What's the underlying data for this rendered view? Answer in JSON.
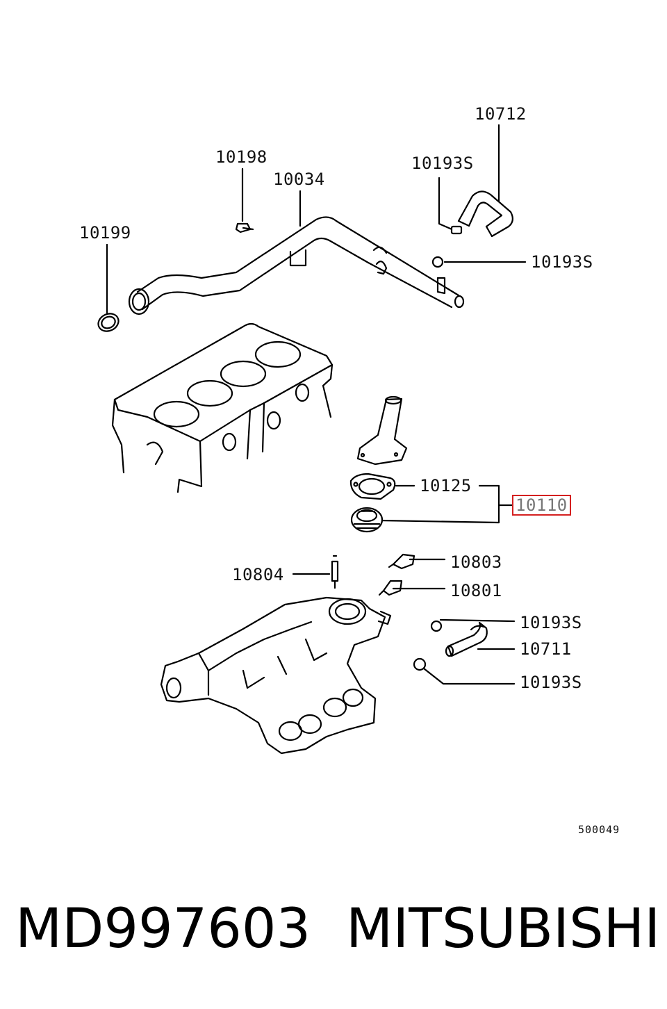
{
  "diagram": {
    "figure_number": "500049",
    "highlight_color": "#d42020",
    "callouts": [
      {
        "id": "10712",
        "text": "10712"
      },
      {
        "id": "10193S-a",
        "text": "10193S"
      },
      {
        "id": "10198",
        "text": "10198"
      },
      {
        "id": "10034",
        "text": "10034"
      },
      {
        "id": "10199",
        "text": "10199"
      },
      {
        "id": "10193S-b",
        "text": "10193S"
      },
      {
        "id": "10125",
        "text": "10125"
      },
      {
        "id": "10110",
        "text": "10110"
      },
      {
        "id": "10803",
        "text": "10803"
      },
      {
        "id": "10804",
        "text": "10804"
      },
      {
        "id": "10801",
        "text": "10801"
      },
      {
        "id": "10193S-c",
        "text": "10193S"
      },
      {
        "id": "10711",
        "text": "10711"
      },
      {
        "id": "10193S-d",
        "text": "10193S"
      }
    ],
    "parts": [
      {
        "name": "o-ring",
        "icon": "o-ring-icon"
      },
      {
        "name": "bolt",
        "icon": "bolt-icon"
      },
      {
        "name": "water-pipe",
        "icon": "pipe-icon"
      },
      {
        "name": "hose-upper",
        "icon": "hose-icon"
      },
      {
        "name": "clamp",
        "icon": "clamp-icon"
      },
      {
        "name": "engine-block",
        "icon": "engine-block-icon"
      },
      {
        "name": "water-outlet-fitting",
        "icon": "fitting-icon"
      },
      {
        "name": "gasket",
        "icon": "gasket-icon"
      },
      {
        "name": "thermostat",
        "icon": "thermostat-icon"
      },
      {
        "name": "sensor",
        "icon": "sensor-icon"
      },
      {
        "name": "intake-manifold",
        "icon": "manifold-icon"
      },
      {
        "name": "hose-lower",
        "icon": "hose-icon"
      }
    ]
  },
  "footer": {
    "part_number": "MD997603",
    "brand": "MITSUBISHI"
  }
}
